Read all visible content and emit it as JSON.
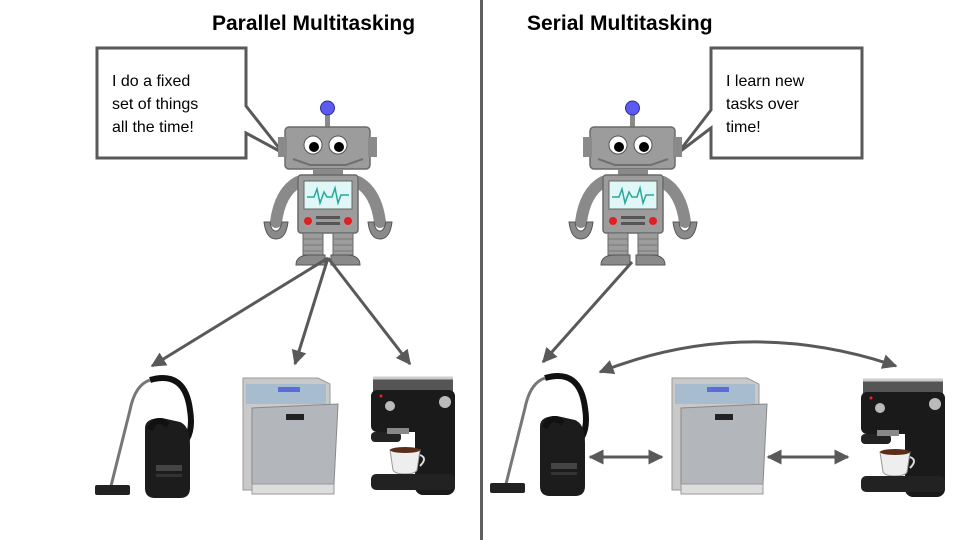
{
  "diagram": {
    "left_panel": {
      "title": "Parallel Multitasking",
      "speech_bubble": [
        "I do a fixed",
        "set of things",
        "all the time!"
      ],
      "robot": "robot-illustration",
      "appliances": [
        "vacuum-cleaner",
        "dishwasher",
        "espresso-machine"
      ],
      "connections": [
        {
          "from": "robot",
          "to": "vacuum-cleaner",
          "type": "one-way"
        },
        {
          "from": "robot",
          "to": "dishwasher",
          "type": "one-way"
        },
        {
          "from": "robot",
          "to": "espresso-machine",
          "type": "one-way"
        }
      ]
    },
    "right_panel": {
      "title": "Serial Multitasking",
      "speech_bubble": [
        "I learn new",
        "tasks over",
        "time!"
      ],
      "robot": "robot-illustration",
      "appliances": [
        "vacuum-cleaner",
        "dishwasher",
        "espresso-machine"
      ],
      "connections": [
        {
          "from": "robot",
          "to": "vacuum-cleaner",
          "type": "one-way"
        },
        {
          "from": "vacuum-cleaner",
          "to": "dishwasher",
          "type": "two-way"
        },
        {
          "from": "dishwasher",
          "to": "espresso-machine",
          "type": "two-way"
        },
        {
          "from": "vacuum-cleaner",
          "to": "espresso-machine",
          "type": "two-way-curved"
        }
      ]
    },
    "colors": {
      "arrow": "#595959",
      "divider": "#5f5f5f",
      "bubble_border": "#595959",
      "robot_body": "#9a9a9a",
      "robot_antenna_ball": "#5b5bf0",
      "robot_screen": "#dff7f7",
      "robot_heartbeat": "#2aa79b",
      "robot_lights": "#e02020"
    }
  }
}
